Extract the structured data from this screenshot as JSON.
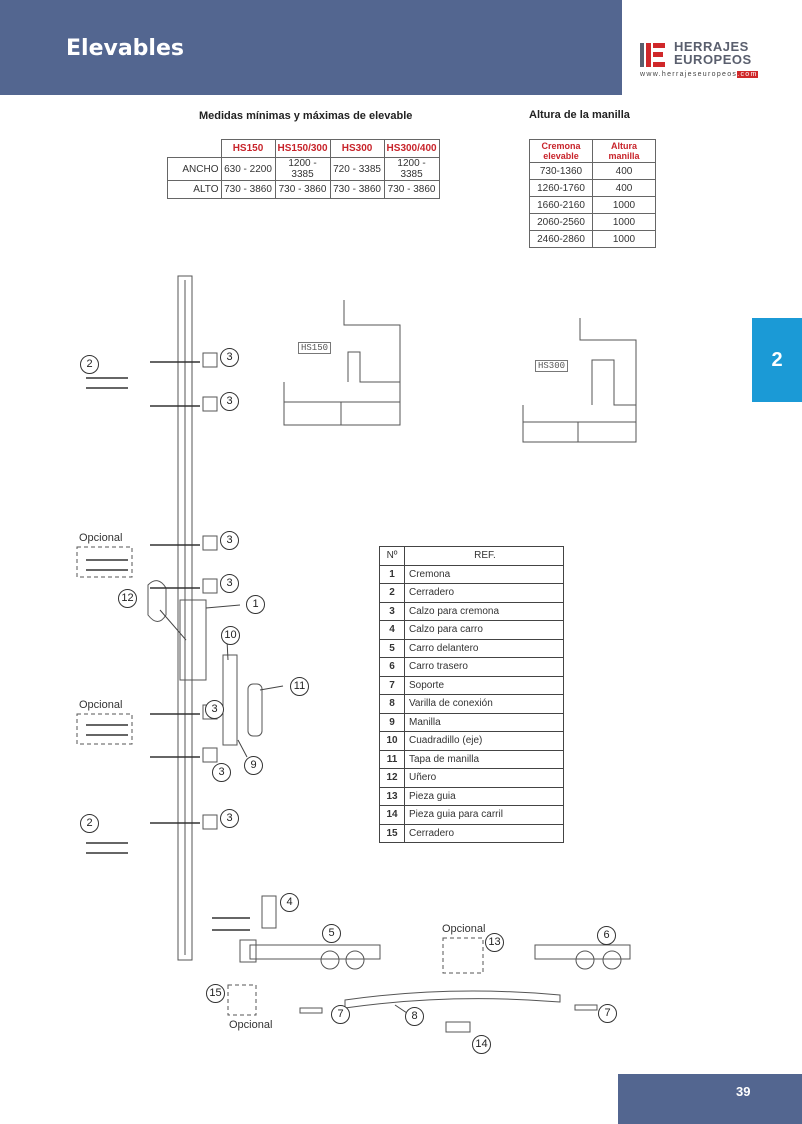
{
  "header": {
    "title": "Elevables"
  },
  "logo": {
    "line1": "HERRAJES",
    "line2": "EUROPEOS",
    "url": "www.herrajeseuropeos",
    "url_tld": ".com"
  },
  "sizes_table": {
    "title": "Medidas mínimas y máximas de elevable",
    "columns": [
      "HS150",
      "HS150/300",
      "HS300",
      "HS300/400"
    ],
    "rows": [
      {
        "label": "ANCHO",
        "values": [
          "630 - 2200",
          "1200 - 3385",
          "720 - 3385",
          "1200 - 3385"
        ]
      },
      {
        "label": "ALTO",
        "values": [
          "730 - 3860",
          "730 - 3860",
          "730 - 3860",
          "730 - 3860"
        ]
      }
    ]
  },
  "handle_table": {
    "title": "Altura de la manilla",
    "columns": [
      "Cremona elevable",
      "Altura manilla"
    ],
    "rows": [
      [
        "730-1360",
        "400"
      ],
      [
        "1260-1760",
        "400"
      ],
      [
        "1660-2160",
        "1000"
      ],
      [
        "2060-2560",
        "1000"
      ],
      [
        "2460-2860",
        "1000"
      ]
    ]
  },
  "profiles": {
    "left": "HS150",
    "right": "HS300"
  },
  "ref_table": {
    "columns": [
      "Nº",
      "REF."
    ],
    "rows": [
      [
        "1",
        "Cremona"
      ],
      [
        "2",
        "Cerradero"
      ],
      [
        "3",
        "Calzo para cremona"
      ],
      [
        "4",
        "Calzo para carro"
      ],
      [
        "5",
        "Carro delantero"
      ],
      [
        "6",
        "Carro trasero"
      ],
      [
        "7",
        "Soporte"
      ],
      [
        "8",
        "Varilla de conexión"
      ],
      [
        "9",
        "Manilla"
      ],
      [
        "10",
        "Cuadradillo (eje)"
      ],
      [
        "11",
        "Tapa de manilla"
      ],
      [
        "12",
        "Uñero"
      ],
      [
        "13",
        "Pieza guia"
      ],
      [
        "14",
        "Pieza guia para carril"
      ],
      [
        "15",
        "Cerradero"
      ]
    ]
  },
  "diagram": {
    "optional_label": "Opcional",
    "callouts": [
      "2",
      "3",
      "3",
      "3",
      "3",
      "12",
      "1",
      "10",
      "11",
      "3",
      "9",
      "3",
      "2",
      "3",
      "4",
      "5",
      "13",
      "6",
      "15",
      "7",
      "8",
      "7",
      "14"
    ]
  },
  "side_tab": "2",
  "page_number": "39",
  "colors": {
    "header": "#536690",
    "accent_red": "#c8242b",
    "tab_blue": "#1b9ad6"
  }
}
